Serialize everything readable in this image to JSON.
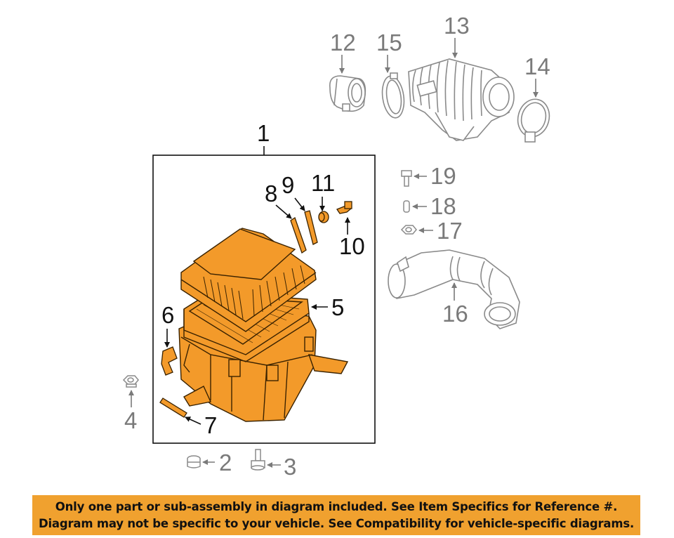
{
  "callouts": {
    "c1": "1",
    "c2": "2",
    "c3": "3",
    "c4": "4",
    "c5": "5",
    "c6": "6",
    "c7": "7",
    "c8": "8",
    "c9": "9",
    "c10": "10",
    "c11": "11",
    "c12": "12",
    "c13": "13",
    "c14": "14",
    "c15": "15",
    "c16": "16",
    "c17": "17",
    "c18": "18",
    "c19": "19"
  },
  "banner": {
    "line1": "Only one part or sub-assembly in diagram included. See Item Specifics for Reference #.",
    "line2": "Diagram may not be specific to your vehicle. See Compatibility for vehicle-specific diagrams."
  },
  "colors": {
    "highlight_part": "#f39a2a",
    "other_part_outline": "#8a8a8a",
    "callout_text_gray": "#7a7a7a",
    "callout_text_black": "#111111",
    "banner_background": "#f0a12f"
  }
}
